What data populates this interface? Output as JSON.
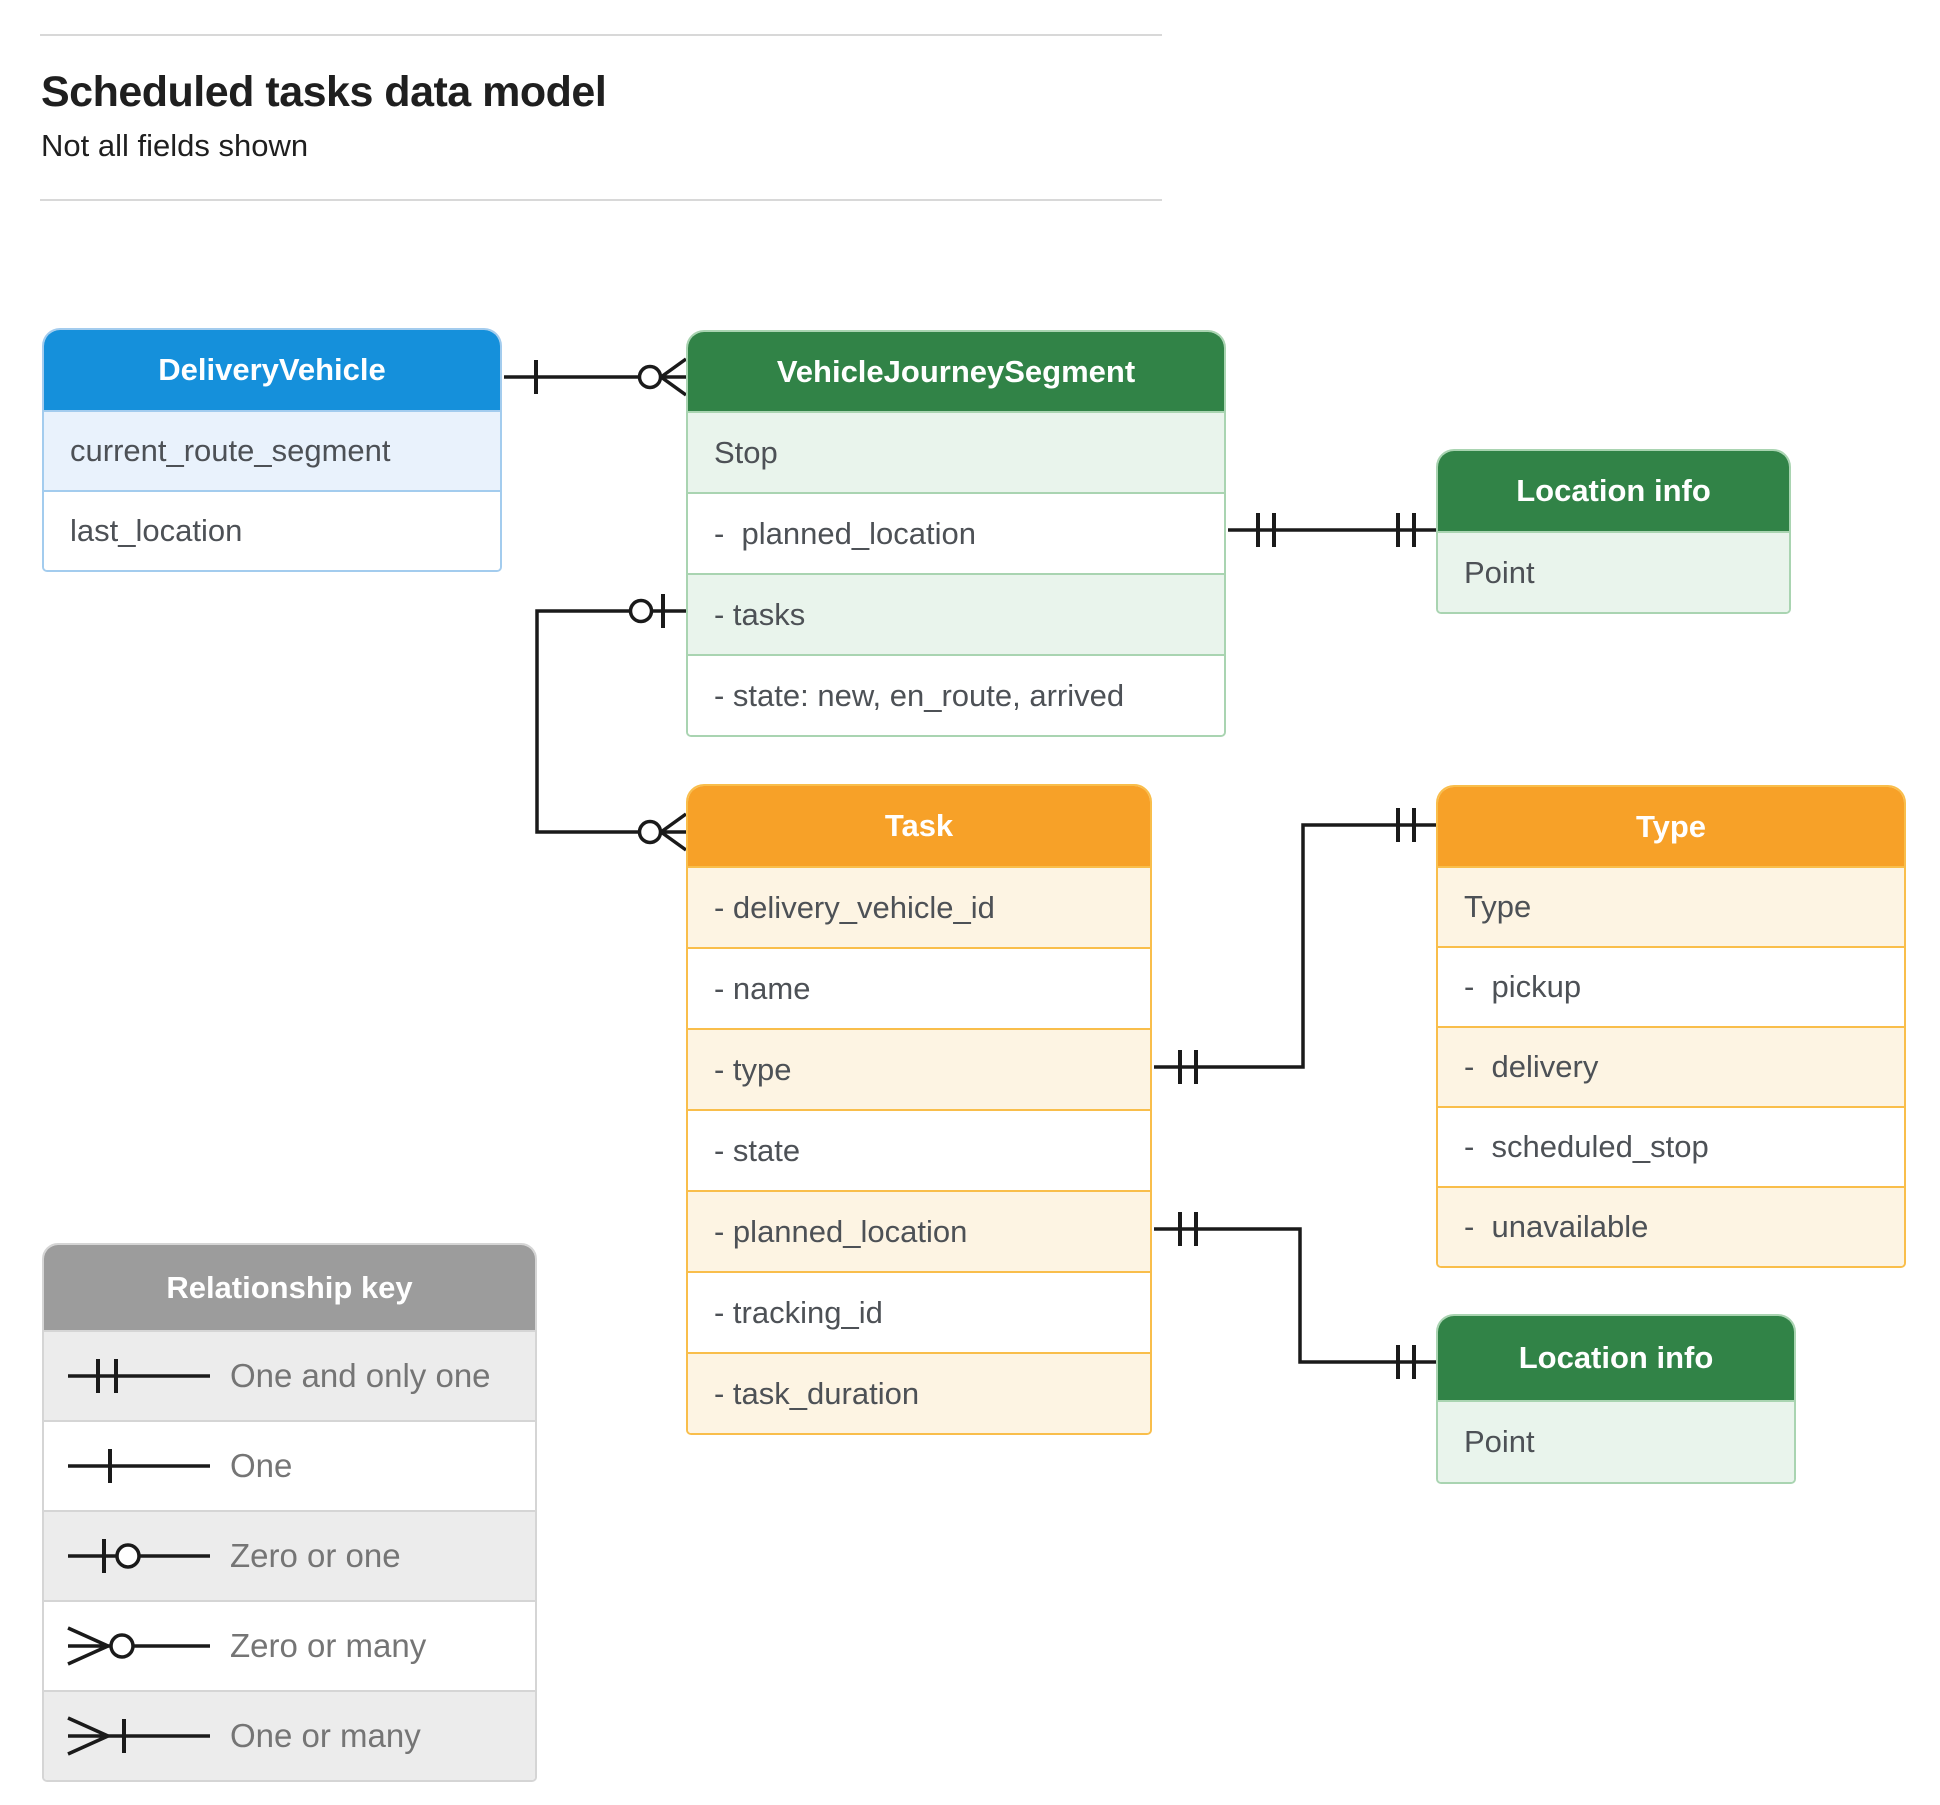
{
  "page": {
    "title": "Scheduled tasks data model",
    "subtitle": "Not all fields shown"
  },
  "entities": {
    "delivery_vehicle": {
      "title": "DeliveryVehicle",
      "rows": [
        "current_route_segment",
        "last_location"
      ]
    },
    "vehicle_journey_segment": {
      "title": "VehicleJourneySegment",
      "rows": [
        "Stop",
        "-  planned_location",
        "- tasks",
        "- state: new, en_route, arrived"
      ]
    },
    "location_info_top": {
      "title": "Location info",
      "rows": [
        "Point"
      ]
    },
    "task": {
      "title": "Task",
      "rows": [
        "- delivery_vehicle_id",
        "- name",
        "- type",
        "- state",
        "- planned_location",
        "- tracking_id",
        "- task_duration"
      ]
    },
    "type": {
      "title": "Type",
      "rows": [
        "Type",
        "-  pickup",
        "-  delivery",
        "-  scheduled_stop",
        "-  unavailable"
      ]
    },
    "location_info_bottom": {
      "title": "Location info",
      "rows": [
        "Point"
      ]
    }
  },
  "legend": {
    "title": "Relationship key",
    "items": [
      {
        "symbol": "one-and-only-one",
        "label": "One and only one"
      },
      {
        "symbol": "one",
        "label": "One"
      },
      {
        "symbol": "zero-or-one",
        "label": "Zero or one"
      },
      {
        "symbol": "zero-or-many",
        "label": "Zero or many"
      },
      {
        "symbol": "one-or-many",
        "label": "One or many"
      }
    ]
  },
  "relationships": [
    {
      "from": "DeliveryVehicle",
      "to": "VehicleJourneySegment",
      "from_end": "one",
      "to_end": "zero-or-many"
    },
    {
      "from": "VehicleJourneySegment.planned_location",
      "to": "Location info",
      "from_end": "one-and-only-one",
      "to_end": "one-and-only-one"
    },
    {
      "from": "VehicleJourneySegment.tasks",
      "to": "Task",
      "from_end": "zero-or-one",
      "to_end": "zero-or-many"
    },
    {
      "from": "Task.type",
      "to": "Type",
      "from_end": "one-and-only-one",
      "to_end": "one-and-only-one"
    },
    {
      "from": "Task.planned_location",
      "to": "Location info",
      "from_end": "one-and-only-one",
      "to_end": "one-and-only-one"
    }
  ],
  "colors": {
    "blue_header": "#1590db",
    "blue_row": "#e9f2fc",
    "green_header": "#318347",
    "green_row": "#e9f4ec",
    "orange_header": "#f7a128",
    "orange_row": "#fdf4e3",
    "gray_header": "#9c9c9c",
    "gray_row": "#ececec",
    "field_text": "#4d5156",
    "connector": "#1a1a1a"
  }
}
